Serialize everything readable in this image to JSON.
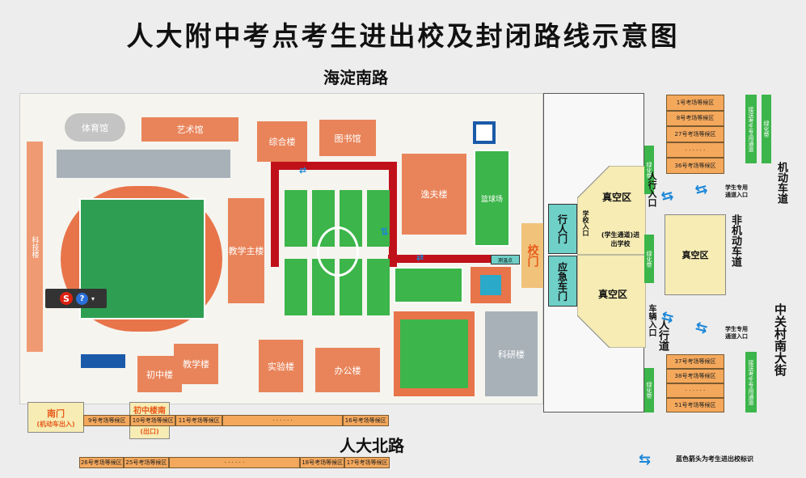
{
  "title": "人大附中考点考生进出校及封闭路线示意图",
  "roads": {
    "north": "海淀南路",
    "south": "人大北路",
    "east": "中关村南大街",
    "motor_lane": "机动车道",
    "nonmotor_lane": "非机动车道",
    "pedestrian_lane": "人行道",
    "vehicle_entrance": "车辆入口",
    "pedestrian_entrance": "人行入口"
  },
  "buildings": {
    "gym": "体育馆",
    "art": "艺术馆",
    "complex": "综合楼",
    "library": "图书馆",
    "yifu": "逸夫楼",
    "teaching_main": "教学主楼",
    "basketball": "篮球场",
    "junior": "初中楼",
    "teaching": "教学楼",
    "lab": "实验楼",
    "office": "办公楼",
    "side": "科技楼",
    "east_building": "科研楼",
    "measure": "测温点"
  },
  "gates": {
    "school_gate": "校门",
    "pedestrian_gate": "行人门",
    "emergency_gate": "应急车门",
    "student_entry": "学校入口",
    "student_passage": "(学生通道)进出学校",
    "vacuum": "真空区",
    "south_gate": "南门",
    "south_gate_sub": "(机动车出入)",
    "junior_gate": "初中楼南侧门",
    "junior_gate_sub": "(出口)"
  },
  "waiting_north_east": [
    "1号考场等候区",
    "8号考场等候区",
    "27号考场等候区",
    "· · · · · ·",
    "36号考场等候区"
  ],
  "waiting_south_east": [
    "37号考场等候区",
    "38号考场等候区",
    "· · · · · ·",
    "51号考场等候区"
  ],
  "waiting_south_row1": [
    "9号考场等候区",
    "10号考场等候区",
    "11号考场等候区",
    "· · · · · ·",
    "16号考场等候区"
  ],
  "waiting_south_row2": [
    "26号考场等候区",
    "25号考场等候区",
    "· · · · · ·",
    "18号考场等候区",
    "17号考场等候区"
  ],
  "green_strips": [
    "绿化带",
    "绿化带",
    "绿化带",
    "绿化带"
  ],
  "student_entry_right": "学生专用通道入口",
  "student_lane_label": "接送考生专用通道",
  "legend": "蓝色箭头为考生进出校标识",
  "media": {
    "logo": "S",
    "help": "?"
  },
  "colors": {
    "building": "#e9845a",
    "field": "#2e9f52",
    "route": "#c0111a",
    "wait": "#f4a85c",
    "arrow": "#1a86d8"
  }
}
